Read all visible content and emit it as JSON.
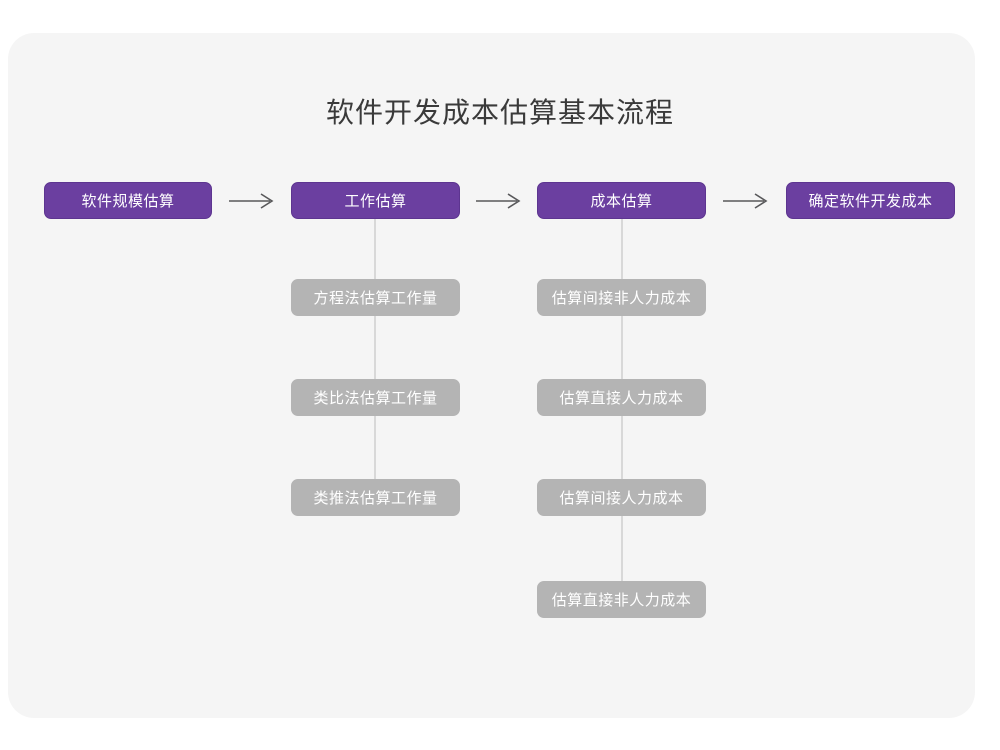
{
  "page": {
    "background": "#ffffff",
    "card_background": "#f5f5f5"
  },
  "colors": {
    "primary": "#6b3fa0",
    "primary_border": "#5d3590",
    "sub": "#b4b4b4",
    "connector": "#d8d8d8",
    "arrow": "#58585a",
    "title_text": "#3a3a3a",
    "node_text": "#ffffff"
  },
  "diagram": {
    "type": "flowchart",
    "title": "软件开发成本估算基本流程",
    "orientation": "left-to-right with vertical sub-branches",
    "main_flow": [
      {
        "id": "step1",
        "label": "软件规模估算",
        "has_children": false
      },
      {
        "id": "step2",
        "label": "工作估算",
        "has_children": true
      },
      {
        "id": "step3",
        "label": "成本估算",
        "has_children": true
      },
      {
        "id": "step4",
        "label": "确定软件开发成本",
        "has_children": false
      }
    ],
    "arrows": [
      {
        "id": "arrow1",
        "from": "step1",
        "to": "step2",
        "glyph": "→"
      },
      {
        "id": "arrow2",
        "from": "step2",
        "to": "step3",
        "glyph": "→"
      },
      {
        "id": "arrow3",
        "from": "step3",
        "to": "step4",
        "glyph": "→"
      }
    ],
    "branches": [
      {
        "parent": "step2",
        "parent_label": "工作估算",
        "children": [
          {
            "id": "step2-sub1",
            "label": "方程法估算工作量"
          },
          {
            "id": "step2-sub2",
            "label": "类比法估算工作量"
          },
          {
            "id": "step2-sub3",
            "label": "类推法估算工作量"
          }
        ]
      },
      {
        "parent": "step3",
        "parent_label": "成本估算",
        "children": [
          {
            "id": "step3-sub1",
            "label": "估算间接非人力成本"
          },
          {
            "id": "step3-sub2",
            "label": "估算直接人力成本"
          },
          {
            "id": "step3-sub3",
            "label": "估算间接人力成本"
          },
          {
            "id": "step3-sub4",
            "label": "估算直接非人力成本"
          }
        ]
      }
    ]
  }
}
